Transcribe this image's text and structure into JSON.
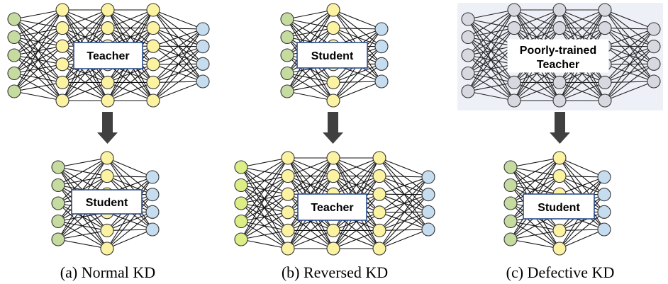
{
  "panels": [
    {
      "id": "a",
      "caption": "(a) Normal KD",
      "top_network": {
        "label": "Teacher",
        "size": "large",
        "faded": false
      },
      "bottom_network": {
        "label": "Student",
        "size": "small"
      }
    },
    {
      "id": "b",
      "caption": "(b) Reversed KD",
      "top_network": {
        "label": "Student",
        "size": "small",
        "faded": false
      },
      "bottom_network": {
        "label": "Teacher",
        "size": "large"
      }
    },
    {
      "id": "c",
      "caption": "(c) Defective KD",
      "top_network": {
        "label_lines": [
          "Poorly-trained",
          "Teacher"
        ],
        "size": "large",
        "faded": true
      },
      "bottom_network": {
        "label": "Student",
        "size": "small"
      }
    }
  ],
  "colors": {
    "input_node": "#c5dba0",
    "input_node_bright": "#dcef86",
    "hidden_node": "#fbf3a2",
    "output_node": "#c6dcef",
    "faded_node": "#d8d9e0",
    "faded_background": "#eef0f7",
    "edge": "#111111",
    "arrow": "#404040"
  },
  "network_shapes": {
    "large": [
      5,
      6,
      6,
      6,
      4
    ],
    "small": [
      5,
      6,
      4
    ]
  }
}
